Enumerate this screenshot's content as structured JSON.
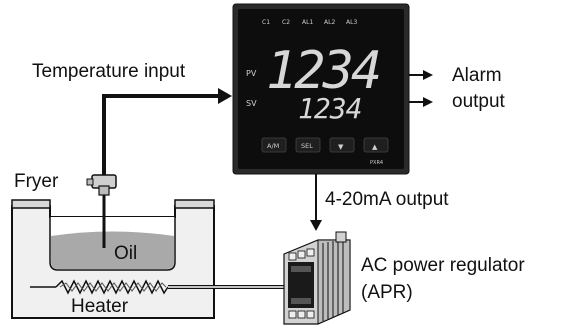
{
  "labels": {
    "temperature_input": "Temperature input",
    "alarm_output_line1": "Alarm",
    "alarm_output_line2": "output",
    "current_output": "4-20mA output",
    "fryer": "Fryer",
    "oil": "Oil",
    "heater": "Heater",
    "apr_line1": "AC power regulator",
    "apr_line2": "(APR)"
  },
  "controller": {
    "pv_display": "1234",
    "sv_display": "1234",
    "pv_tag": "PV",
    "sv_tag": "SV",
    "status_tags": [
      "C1",
      "C2",
      "AL1",
      "AL2",
      "AL3"
    ],
    "key_labels": [
      "A/M",
      "SEL",
      "▼",
      "▲"
    ],
    "model": "PXR4"
  },
  "colors": {
    "line": "#111111",
    "controller_body": "#0d0d0d",
    "controller_bezel": "#2a2a2a",
    "oil": "#a9a9a9",
    "tank": "#ececec",
    "apr_body": "#d2d2d2",
    "apr_face": "#1a1a1a"
  }
}
